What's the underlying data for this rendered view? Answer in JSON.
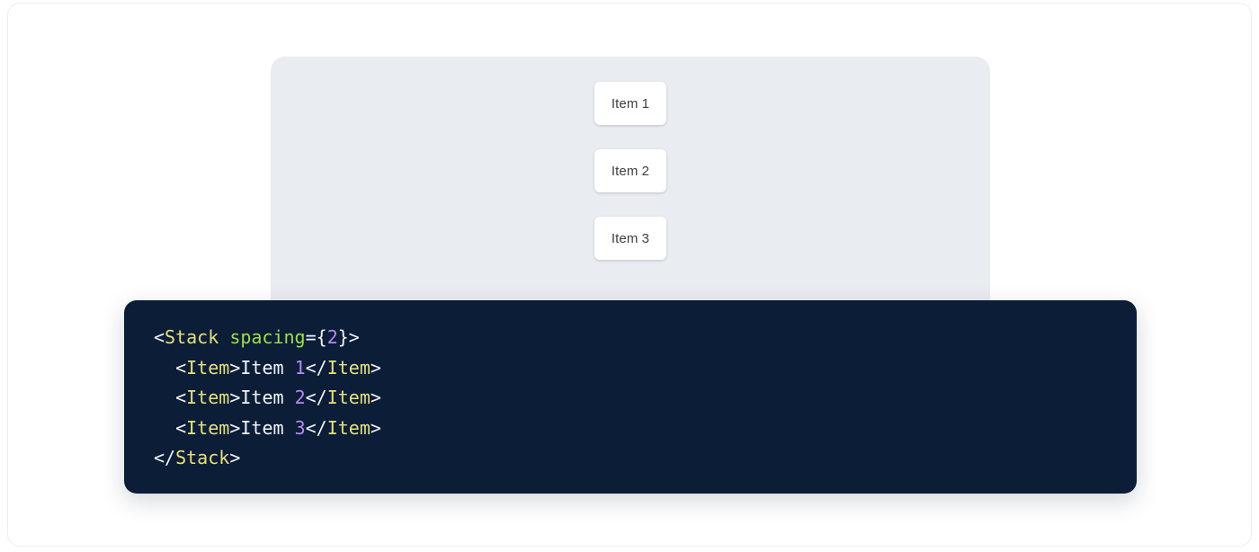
{
  "preview": {
    "panel_background": "#e9ecf1",
    "items": [
      {
        "label": "Item 1"
      },
      {
        "label": "Item 2"
      },
      {
        "label": "Item 3"
      }
    ]
  },
  "code": {
    "language": "jsx",
    "background": "#0c1d38",
    "colors": {
      "punctuation": "#f2f4f8",
      "tag": "#e6e07c",
      "attribute": "#9ddf4a",
      "number": "#b08cf2",
      "text": "#f2f4f8"
    },
    "lines": [
      {
        "indent": "",
        "tokens": [
          {
            "t": "punct",
            "v": "<"
          },
          {
            "t": "tag",
            "v": "Stack"
          },
          {
            "t": "text",
            "v": " "
          },
          {
            "t": "attr",
            "v": "spacing"
          },
          {
            "t": "punct",
            "v": "={"
          },
          {
            "t": "num",
            "v": "2"
          },
          {
            "t": "punct",
            "v": "}>"
          }
        ]
      },
      {
        "indent": "  ",
        "tokens": [
          {
            "t": "punct",
            "v": "<"
          },
          {
            "t": "tag",
            "v": "Item"
          },
          {
            "t": "punct",
            "v": ">"
          },
          {
            "t": "text",
            "v": "Item "
          },
          {
            "t": "num",
            "v": "1"
          },
          {
            "t": "punct",
            "v": "</"
          },
          {
            "t": "tag",
            "v": "Item"
          },
          {
            "t": "punct",
            "v": ">"
          }
        ]
      },
      {
        "indent": "  ",
        "tokens": [
          {
            "t": "punct",
            "v": "<"
          },
          {
            "t": "tag",
            "v": "Item"
          },
          {
            "t": "punct",
            "v": ">"
          },
          {
            "t": "text",
            "v": "Item "
          },
          {
            "t": "num",
            "v": "2"
          },
          {
            "t": "punct",
            "v": "</"
          },
          {
            "t": "tag",
            "v": "Item"
          },
          {
            "t": "punct",
            "v": ">"
          }
        ]
      },
      {
        "indent": "  ",
        "tokens": [
          {
            "t": "punct",
            "v": "<"
          },
          {
            "t": "tag",
            "v": "Item"
          },
          {
            "t": "punct",
            "v": ">"
          },
          {
            "t": "text",
            "v": "Item "
          },
          {
            "t": "num",
            "v": "3"
          },
          {
            "t": "punct",
            "v": "</"
          },
          {
            "t": "tag",
            "v": "Item"
          },
          {
            "t": "punct",
            "v": ">"
          }
        ]
      },
      {
        "indent": "",
        "tokens": [
          {
            "t": "punct",
            "v": "</"
          },
          {
            "t": "tag",
            "v": "Stack"
          },
          {
            "t": "punct",
            "v": ">"
          }
        ]
      }
    ],
    "plain_text": "<Stack spacing={2}>\n  <Item>Item 1</Item>\n  <Item>Item 2</Item>\n  <Item>Item 3</Item>\n</Stack>"
  }
}
